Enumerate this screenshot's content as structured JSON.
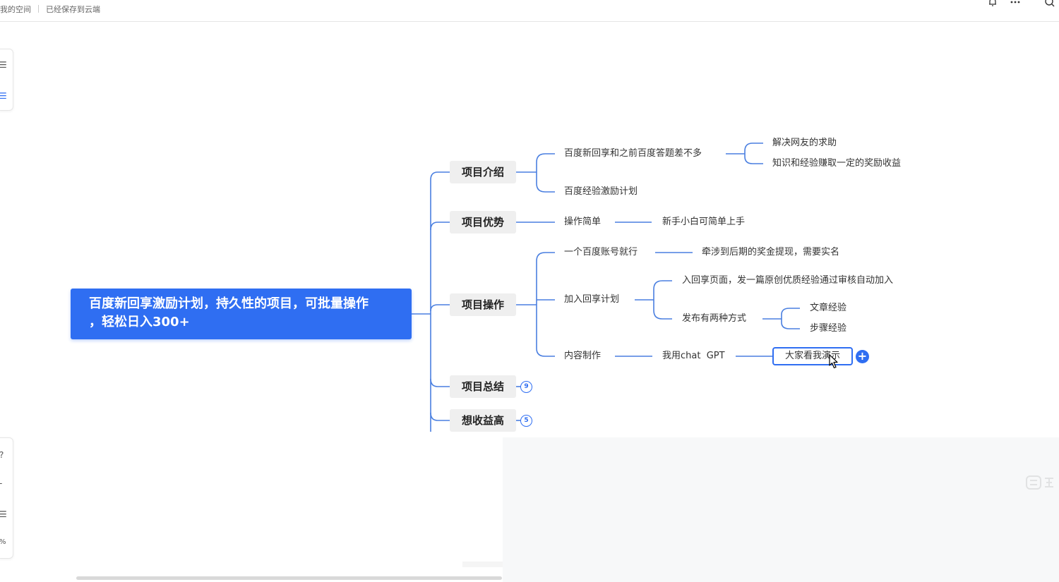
{
  "topbar": {
    "location": "我的空间",
    "save_status": "已经保存到云端"
  },
  "root": {
    "line1": "百度新回享激励计划，持久性的项目，可批量操作",
    "line2": "，轻松日入300+"
  },
  "branches": {
    "intro": {
      "label": "项目介绍",
      "item1": "百度新回享和之前百度答题差不多",
      "item1_sub1": "解决网友的求助",
      "item1_sub2": "知识和经验赚取一定的奖励收益",
      "item2": "百度经验激励计划"
    },
    "advantage": {
      "label": "项目优势",
      "item1": "操作简单",
      "item1_sub1": "新手小白可简单上手"
    },
    "operation": {
      "label": "项目操作",
      "item1": "一个百度账号就行",
      "item1_sub1": "牵涉到后期的奖金提现，需要实名",
      "item2": "加入回享计划",
      "item2_sub1": "入回享页面，发一篇原创优质经验通过审核自动加入",
      "item2_sub2": "发布有两种方式",
      "item2_sub2_a": "文章经验",
      "item2_sub2_b": "步骤经验",
      "item3": "内容制作",
      "item3_sub1": "我用chat  GPT",
      "item3_sub1_a": "大家看我演示"
    },
    "summary": {
      "label": "项目总结",
      "collapsed_count": "9"
    },
    "income": {
      "label": "想收益高",
      "collapsed_count": "5"
    }
  },
  "colors": {
    "accent": "#2f6ef2",
    "node_bg": "#efefef",
    "line": "#4a7fe0"
  }
}
